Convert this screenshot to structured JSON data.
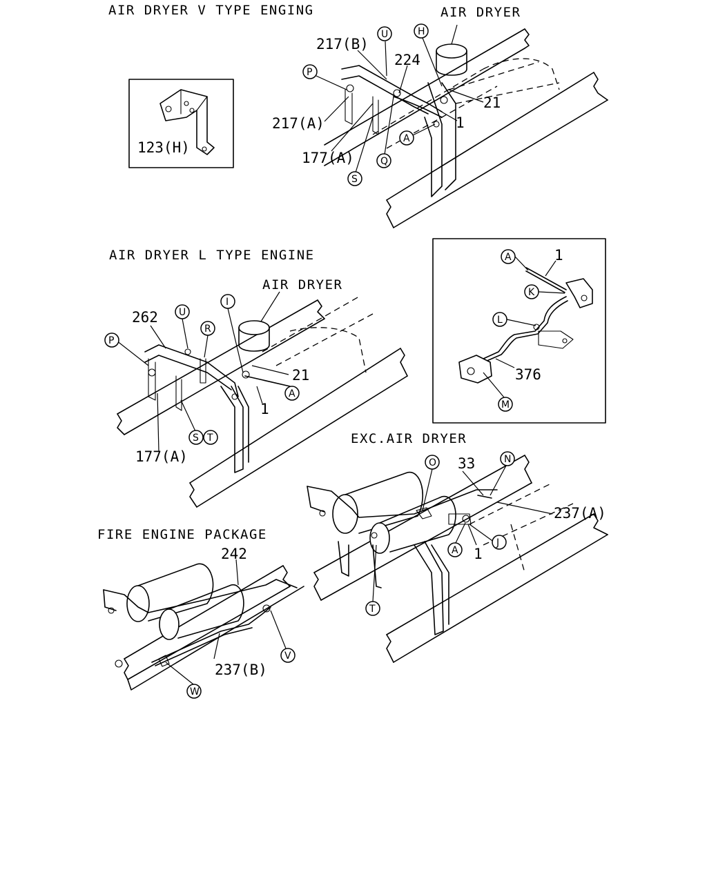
{
  "sections": {
    "v_type": {
      "title": "AIR DRYER V TYPE ENGING",
      "air_dryer": "AIR DRYER"
    },
    "l_type": {
      "title": "AIR DRYER L TYPE ENGINE",
      "air_dryer": "AIR DRYER"
    },
    "exc": {
      "title": "EXC.AIR DRYER"
    },
    "fire": {
      "title": "FIRE ENGINE PACKAGE"
    }
  },
  "part_numbers": {
    "p217b": "217(B)",
    "p224": "224",
    "p21_v": "21",
    "p1_v": "1",
    "p217a": "217(A)",
    "p177a_v": "177(A)",
    "p123h": "123(H)",
    "p262": "262",
    "p21_l": "21",
    "p1_l": "1",
    "p177a_l": "177(A)",
    "p1_detail": "1",
    "p376": "376",
    "p33": "33",
    "p237a": "237(A)",
    "p1_exc": "1",
    "p242": "242",
    "p237b": "237(B)"
  },
  "callouts": {
    "v_U": "U",
    "v_H": "H",
    "v_P": "P",
    "v_A": "A",
    "v_Q": "Q",
    "v_S": "S",
    "l_U": "U",
    "l_R": "R",
    "l_I": "I",
    "l_P": "P",
    "l_A": "A",
    "l_S": "S",
    "l_T": "T",
    "d_A": "A",
    "d_K": "K",
    "d_L": "L",
    "d_M": "M",
    "e_O": "O",
    "e_N": "N",
    "e_J": "J",
    "e_A": "A",
    "e_T": "T",
    "f_V": "V",
    "f_W": "W"
  }
}
